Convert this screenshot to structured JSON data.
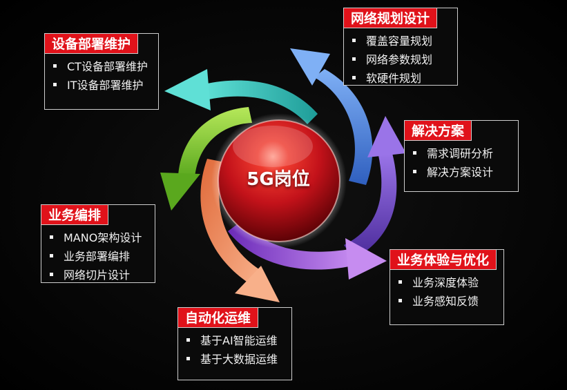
{
  "center": {
    "label": "5G岗位"
  },
  "boxes": {
    "network_planning": {
      "title": "网络规划设计",
      "items": [
        "覆盖容量规划",
        "网络参数规划",
        "软硬件规划"
      ]
    },
    "device_deploy": {
      "title": "设备部署维护",
      "items": [
        "CT设备部署维护",
        "IT设备部署维护"
      ]
    },
    "solution": {
      "title": "解决方案",
      "items": [
        "需求调研分析",
        "解决方案设计"
      ]
    },
    "service_orchestration": {
      "title": "业务编排",
      "items": [
        "MANO架构设计",
        "业务部署编排",
        "网络切片设计"
      ]
    },
    "experience": {
      "title": "业务体验与优化",
      "items": [
        "业务深度体验",
        "业务感知反馈"
      ]
    },
    "automation": {
      "title": "自动化运维",
      "items": [
        "基于AI智能运维",
        "基于大数据运维"
      ]
    }
  },
  "colors": {
    "header_red": "#e0121a",
    "arrow_blue": "#5b8de0",
    "arrow_purple": "#8a5ad8",
    "arrow_violet": "#a86ae0",
    "arrow_orange": "#f39a72",
    "arrow_green": "#8ccf3a",
    "arrow_teal": "#3ec8c0",
    "sphere_red": "#c8141c"
  }
}
